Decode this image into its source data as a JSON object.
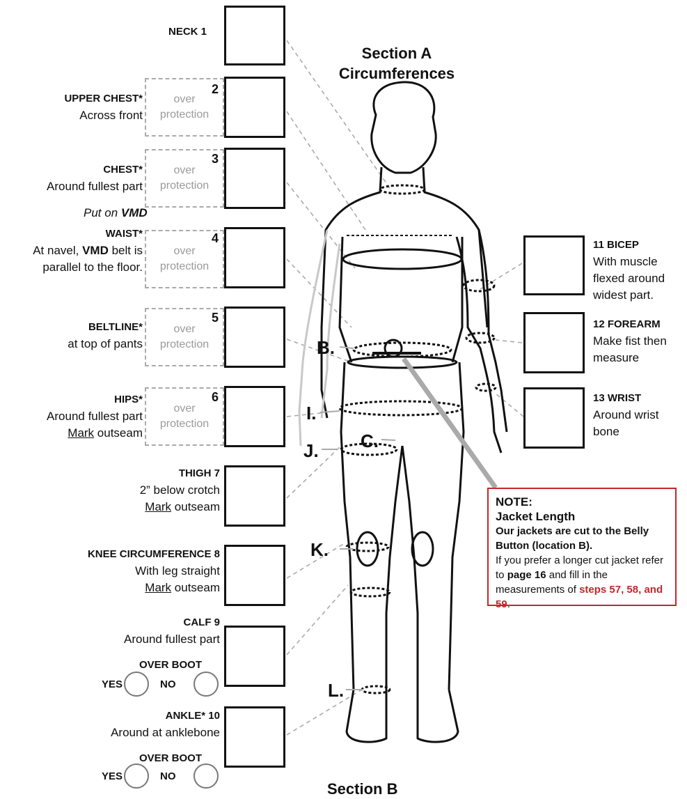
{
  "section_a": {
    "line1": "Section A",
    "line2": "Circumferences"
  },
  "section_b": {
    "title": "Section B"
  },
  "left_measurements": [
    {
      "title": "NECK 1",
      "desc1": "",
      "desc2": ""
    },
    {
      "num": "2",
      "title": "UPPER CHEST*",
      "desc1": "Across front",
      "desc2": ""
    },
    {
      "num": "3",
      "title": "CHEST*",
      "desc1": "Around fullest part",
      "desc2": ""
    },
    {
      "num": "4",
      "title": "WAIST*",
      "desc1_pre": "At navel, ",
      "desc1_bold": "VMD",
      "desc1_post": " belt is",
      "desc2": "parallel to the floor."
    },
    {
      "num": "5",
      "title": "BELTLINE*",
      "desc1": "at top of pants",
      "desc2": ""
    },
    {
      "num": "6",
      "title": "HIPS*",
      "desc1": "Around fullest part",
      "desc2_u": "Mark",
      "desc2_rest": " outseam"
    },
    {
      "title": "THIGH 7",
      "desc1": "2” below crotch",
      "desc2_u": "Mark",
      "desc2_rest": " outseam"
    },
    {
      "title": "KNEE CIRCUMFERENCE 8",
      "desc1": "With leg straight",
      "desc2_u": "Mark",
      "desc2_rest": " outseam"
    },
    {
      "title": "CALF 9",
      "desc1": "Around fullest part",
      "over_boot": "OVER BOOT",
      "yes": "YES",
      "no": "NO"
    },
    {
      "title": "ANKLE* 10",
      "desc1": "Around at anklebone",
      "over_boot": "OVER BOOT",
      "yes": "YES",
      "no": "NO"
    }
  ],
  "put_on": {
    "pre": "Put on ",
    "bold": "VMD"
  },
  "over_protection": {
    "line1": "over",
    "line2": "protection"
  },
  "right_measurements": [
    {
      "title": "11 BICEP",
      "lines": [
        "With muscle",
        "flexed around",
        "widest part."
      ]
    },
    {
      "title": "12 FOREARM",
      "lines": [
        "Make fist then",
        "measure"
      ]
    },
    {
      "title": "13 WRIST",
      "lines": [
        "Around wrist",
        "bone"
      ]
    }
  ],
  "locations": [
    "B.",
    "I.",
    "C.",
    "J.",
    "K.",
    "L."
  ],
  "note": {
    "heading": "NOTE:",
    "subheading": "Jacket Length",
    "bold_line": "Our jackets are cut to the Belly Button (location B).",
    "p1": "If you prefer a longer cut jacket refer to ",
    "page_ref": "page 16",
    "p2": " and fill in the measurements of ",
    "steps_ref": "steps 57, 58, and 59",
    "p3": "."
  },
  "colors": {
    "note_border": "#c0282d",
    "dashed": "#aaaaaa",
    "ink": "#111111"
  }
}
